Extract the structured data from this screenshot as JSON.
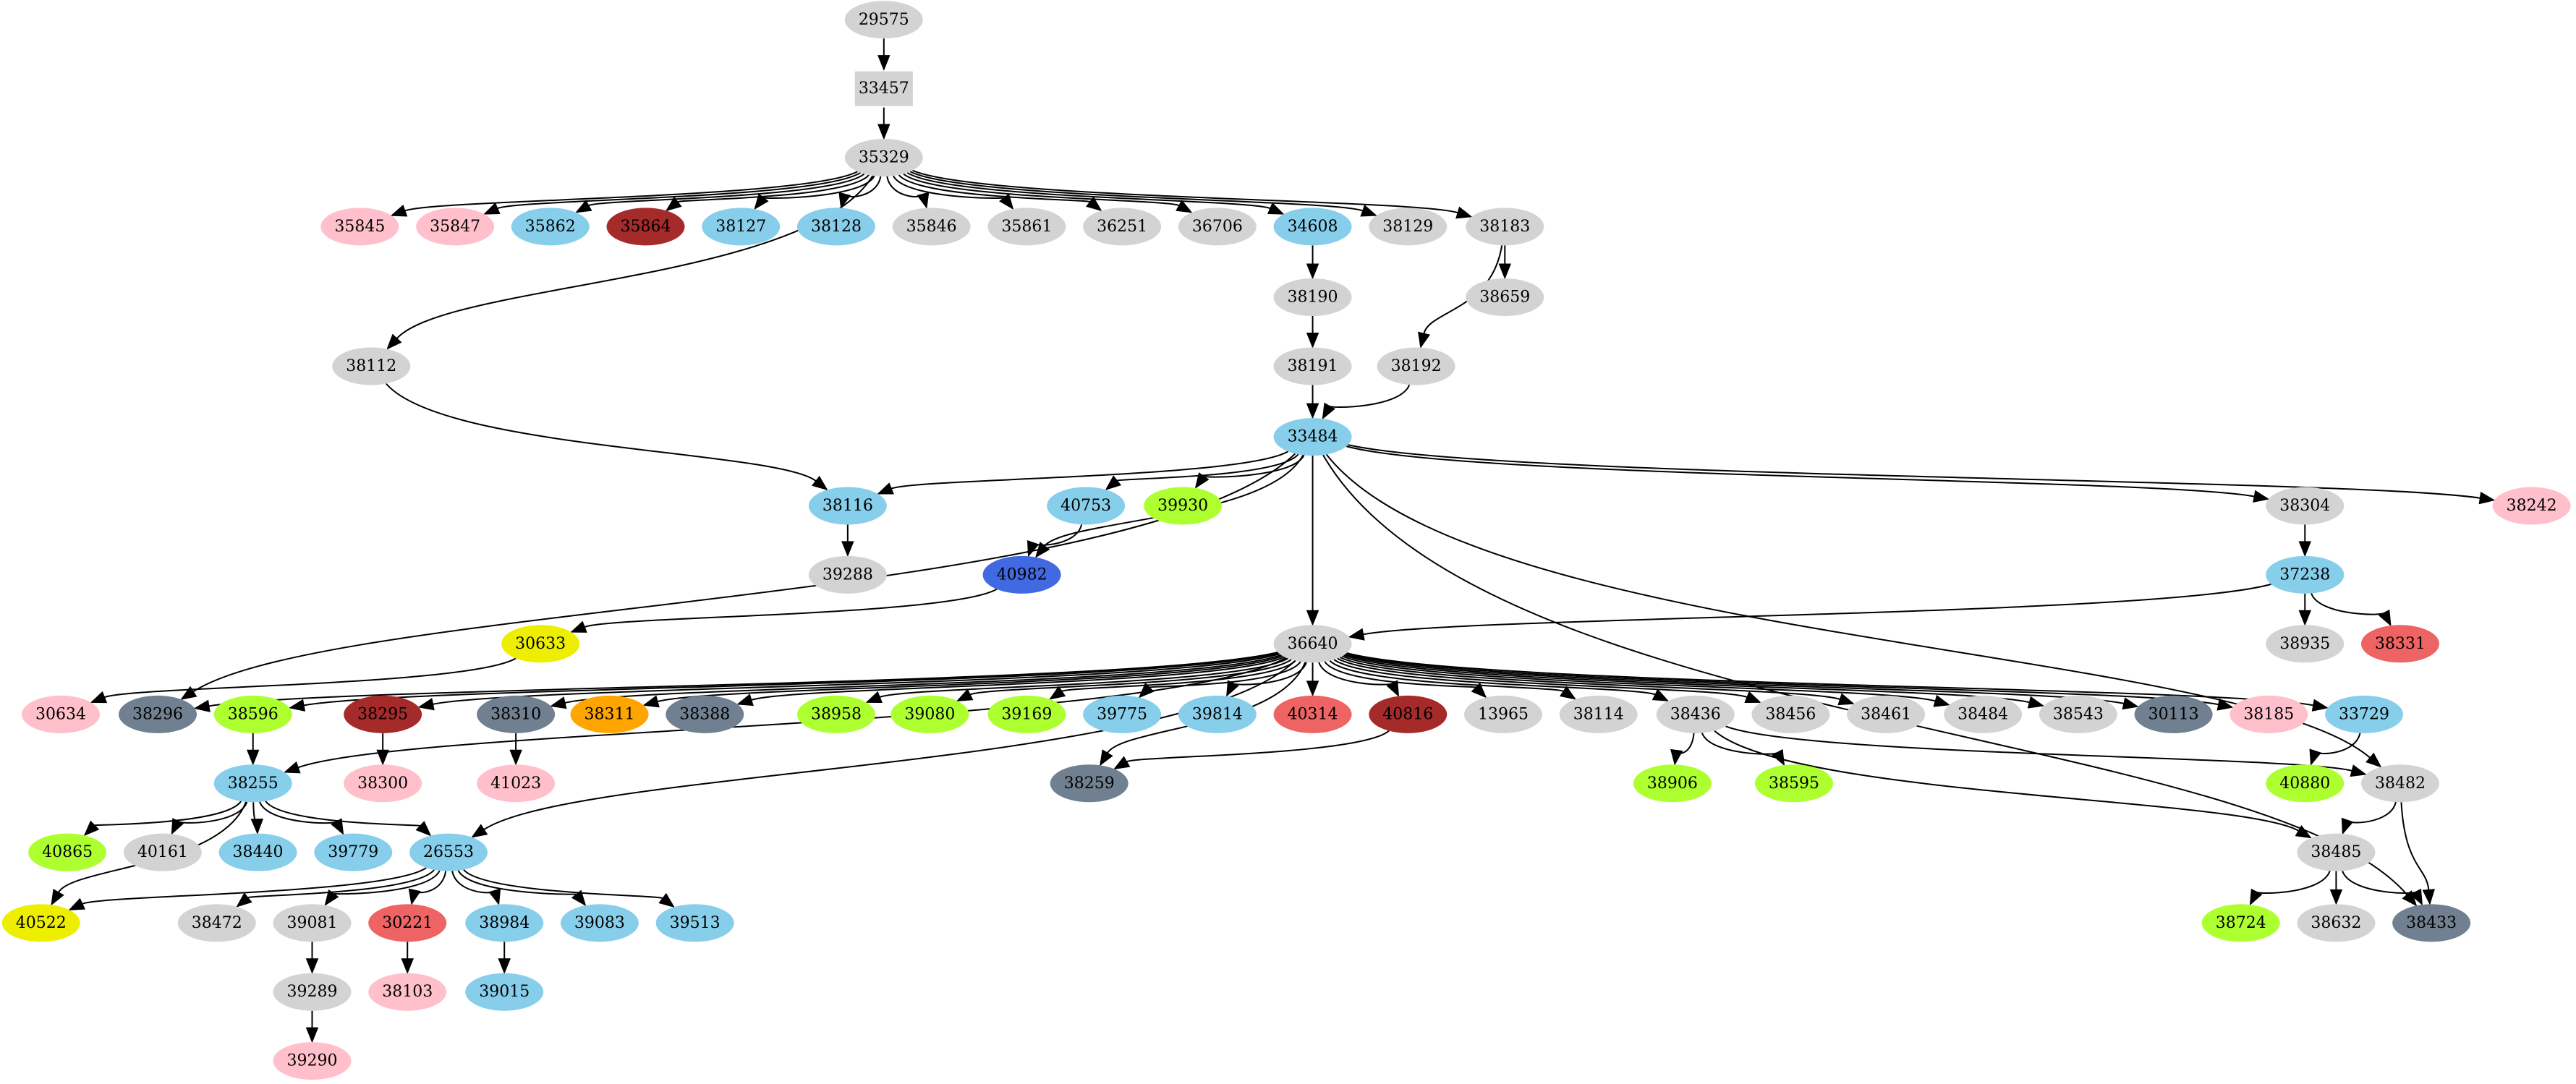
{
  "graph": {
    "type": "directed-graph",
    "palette": {
      "lightgray": "#d3d3d3",
      "skyblue": "#87ceeb",
      "pink": "#ffc0cb",
      "brown": "#a52a2a",
      "greenyellow": "#adff2f",
      "slategray": "#708090",
      "orange": "#ffa500",
      "royalblue": "#4169e1",
      "yellow": "#eeee00",
      "indianred": "#ee6363"
    },
    "nodes": [
      {
        "id": "29575",
        "color": "lightgray",
        "shape": "ellipse"
      },
      {
        "id": "33457",
        "color": "lightgray",
        "shape": "box"
      },
      {
        "id": "35329",
        "color": "lightgray",
        "shape": "ellipse"
      },
      {
        "id": "35845",
        "color": "pink",
        "shape": "ellipse"
      },
      {
        "id": "35847",
        "color": "pink",
        "shape": "ellipse"
      },
      {
        "id": "35862",
        "color": "skyblue",
        "shape": "ellipse"
      },
      {
        "id": "35864",
        "color": "brown",
        "shape": "ellipse"
      },
      {
        "id": "38127",
        "color": "skyblue",
        "shape": "ellipse"
      },
      {
        "id": "38128",
        "color": "skyblue",
        "shape": "ellipse"
      },
      {
        "id": "35846",
        "color": "lightgray",
        "shape": "ellipse"
      },
      {
        "id": "35861",
        "color": "lightgray",
        "shape": "ellipse"
      },
      {
        "id": "36251",
        "color": "lightgray",
        "shape": "ellipse"
      },
      {
        "id": "36706",
        "color": "lightgray",
        "shape": "ellipse"
      },
      {
        "id": "34608",
        "color": "skyblue",
        "shape": "ellipse"
      },
      {
        "id": "38129",
        "color": "lightgray",
        "shape": "ellipse"
      },
      {
        "id": "38183",
        "color": "lightgray",
        "shape": "ellipse"
      },
      {
        "id": "38190",
        "color": "lightgray",
        "shape": "ellipse"
      },
      {
        "id": "38659",
        "color": "lightgray",
        "shape": "ellipse"
      },
      {
        "id": "38112",
        "color": "lightgray",
        "shape": "ellipse"
      },
      {
        "id": "38191",
        "color": "lightgray",
        "shape": "ellipse"
      },
      {
        "id": "38192",
        "color": "lightgray",
        "shape": "ellipse"
      },
      {
        "id": "33484",
        "color": "skyblue",
        "shape": "ellipse"
      },
      {
        "id": "38116",
        "color": "skyblue",
        "shape": "ellipse"
      },
      {
        "id": "40753",
        "color": "skyblue",
        "shape": "ellipse"
      },
      {
        "id": "39930",
        "color": "greenyellow",
        "shape": "ellipse"
      },
      {
        "id": "38304",
        "color": "lightgray",
        "shape": "ellipse"
      },
      {
        "id": "38242",
        "color": "pink",
        "shape": "ellipse"
      },
      {
        "id": "39288",
        "color": "lightgray",
        "shape": "ellipse"
      },
      {
        "id": "40982",
        "color": "royalblue",
        "shape": "ellipse"
      },
      {
        "id": "37238",
        "color": "skyblue",
        "shape": "ellipse"
      },
      {
        "id": "30633",
        "color": "yellow",
        "shape": "ellipse"
      },
      {
        "id": "36640",
        "color": "lightgray",
        "shape": "ellipse"
      },
      {
        "id": "38935",
        "color": "lightgray",
        "shape": "ellipse"
      },
      {
        "id": "38331",
        "color": "indianred",
        "shape": "ellipse"
      },
      {
        "id": "30634",
        "color": "pink",
        "shape": "ellipse"
      },
      {
        "id": "38296",
        "color": "slategray",
        "shape": "ellipse"
      },
      {
        "id": "38596",
        "color": "greenyellow",
        "shape": "ellipse"
      },
      {
        "id": "38295",
        "color": "brown",
        "shape": "ellipse"
      },
      {
        "id": "38310",
        "color": "slategray",
        "shape": "ellipse"
      },
      {
        "id": "38311",
        "color": "orange",
        "shape": "ellipse"
      },
      {
        "id": "38388",
        "color": "slategray",
        "shape": "ellipse"
      },
      {
        "id": "38958",
        "color": "greenyellow",
        "shape": "ellipse"
      },
      {
        "id": "39080",
        "color": "greenyellow",
        "shape": "ellipse"
      },
      {
        "id": "39169",
        "color": "greenyellow",
        "shape": "ellipse"
      },
      {
        "id": "39775",
        "color": "skyblue",
        "shape": "ellipse"
      },
      {
        "id": "39814",
        "color": "skyblue",
        "shape": "ellipse"
      },
      {
        "id": "40314",
        "color": "indianred",
        "shape": "ellipse"
      },
      {
        "id": "40816",
        "color": "brown",
        "shape": "ellipse"
      },
      {
        "id": "13965",
        "color": "lightgray",
        "shape": "ellipse"
      },
      {
        "id": "38114",
        "color": "lightgray",
        "shape": "ellipse"
      },
      {
        "id": "38436",
        "color": "lightgray",
        "shape": "ellipse"
      },
      {
        "id": "38456",
        "color": "lightgray",
        "shape": "ellipse"
      },
      {
        "id": "38461",
        "color": "lightgray",
        "shape": "ellipse"
      },
      {
        "id": "38484",
        "color": "lightgray",
        "shape": "ellipse"
      },
      {
        "id": "38543",
        "color": "lightgray",
        "shape": "ellipse"
      },
      {
        "id": "30113",
        "color": "slategray",
        "shape": "ellipse"
      },
      {
        "id": "38185",
        "color": "pink",
        "shape": "ellipse"
      },
      {
        "id": "33729",
        "color": "skyblue",
        "shape": "ellipse"
      },
      {
        "id": "38255",
        "color": "skyblue",
        "shape": "ellipse"
      },
      {
        "id": "38300",
        "color": "pink",
        "shape": "ellipse"
      },
      {
        "id": "41023",
        "color": "pink",
        "shape": "ellipse"
      },
      {
        "id": "38259",
        "color": "slategray",
        "shape": "ellipse"
      },
      {
        "id": "38906",
        "color": "greenyellow",
        "shape": "ellipse"
      },
      {
        "id": "38595",
        "color": "greenyellow",
        "shape": "ellipse"
      },
      {
        "id": "40880",
        "color": "greenyellow",
        "shape": "ellipse"
      },
      {
        "id": "38482",
        "color": "lightgray",
        "shape": "ellipse"
      },
      {
        "id": "40865",
        "color": "greenyellow",
        "shape": "ellipse"
      },
      {
        "id": "40161",
        "color": "lightgray",
        "shape": "ellipse"
      },
      {
        "id": "38440",
        "color": "skyblue",
        "shape": "ellipse"
      },
      {
        "id": "39779",
        "color": "skyblue",
        "shape": "ellipse"
      },
      {
        "id": "26553",
        "color": "skyblue",
        "shape": "ellipse"
      },
      {
        "id": "38485",
        "color": "lightgray",
        "shape": "ellipse"
      },
      {
        "id": "40522",
        "color": "yellow",
        "shape": "ellipse"
      },
      {
        "id": "38472",
        "color": "lightgray",
        "shape": "ellipse"
      },
      {
        "id": "39081",
        "color": "lightgray",
        "shape": "ellipse"
      },
      {
        "id": "30221",
        "color": "indianred",
        "shape": "ellipse"
      },
      {
        "id": "38984",
        "color": "skyblue",
        "shape": "ellipse"
      },
      {
        "id": "39083",
        "color": "skyblue",
        "shape": "ellipse"
      },
      {
        "id": "39513",
        "color": "skyblue",
        "shape": "ellipse"
      },
      {
        "id": "38724",
        "color": "greenyellow",
        "shape": "ellipse"
      },
      {
        "id": "38632",
        "color": "lightgray",
        "shape": "ellipse"
      },
      {
        "id": "38433",
        "color": "slategray",
        "shape": "ellipse"
      },
      {
        "id": "39289",
        "color": "lightgray",
        "shape": "ellipse"
      },
      {
        "id": "38103",
        "color": "pink",
        "shape": "ellipse"
      },
      {
        "id": "39015",
        "color": "skyblue",
        "shape": "ellipse"
      },
      {
        "id": "39290",
        "color": "pink",
        "shape": "ellipse"
      }
    ],
    "edges": [
      [
        "29575",
        "33457"
      ],
      [
        "33457",
        "35329"
      ],
      [
        "35329",
        "35845"
      ],
      [
        "35329",
        "35847"
      ],
      [
        "35329",
        "35862"
      ],
      [
        "35329",
        "35864"
      ],
      [
        "35329",
        "38127"
      ],
      [
        "35329",
        "38128"
      ],
      [
        "35329",
        "35846"
      ],
      [
        "35329",
        "35861"
      ],
      [
        "35329",
        "36251"
      ],
      [
        "35329",
        "36706"
      ],
      [
        "35329",
        "34608"
      ],
      [
        "35329",
        "38129"
      ],
      [
        "35329",
        "38183"
      ],
      [
        "35329",
        "38112"
      ],
      [
        "34608",
        "38190"
      ],
      [
        "38190",
        "38191"
      ],
      [
        "38183",
        "38659"
      ],
      [
        "38183",
        "38192"
      ],
      [
        "38191",
        "33484"
      ],
      [
        "38192",
        "33484"
      ],
      [
        "38112",
        "38116"
      ],
      [
        "33484",
        "38116"
      ],
      [
        "33484",
        "40982"
      ],
      [
        "33484",
        "40753"
      ],
      [
        "33484",
        "39930"
      ],
      [
        "33484",
        "38296"
      ],
      [
        "33484",
        "36640"
      ],
      [
        "33484",
        "38304"
      ],
      [
        "33484",
        "38242"
      ],
      [
        "33484",
        "38433"
      ],
      [
        "33484",
        "38482"
      ],
      [
        "38116",
        "39288"
      ],
      [
        "40753",
        "40982"
      ],
      [
        "40982",
        "30633"
      ],
      [
        "30633",
        "30634"
      ],
      [
        "38304",
        "37238"
      ],
      [
        "37238",
        "36640"
      ],
      [
        "37238",
        "38935"
      ],
      [
        "37238",
        "38331"
      ],
      [
        "36640",
        "38296"
      ],
      [
        "36640",
        "38596"
      ],
      [
        "36640",
        "38255"
      ],
      [
        "36640",
        "38295"
      ],
      [
        "36640",
        "26553"
      ],
      [
        "36640",
        "38310"
      ],
      [
        "36640",
        "38311"
      ],
      [
        "36640",
        "38388"
      ],
      [
        "36640",
        "38259"
      ],
      [
        "36640",
        "38958"
      ],
      [
        "36640",
        "39080"
      ],
      [
        "36640",
        "39169"
      ],
      [
        "36640",
        "39775"
      ],
      [
        "36640",
        "39814"
      ],
      [
        "36640",
        "40314"
      ],
      [
        "36640",
        "40816"
      ],
      [
        "36640",
        "13965"
      ],
      [
        "36640",
        "38114"
      ],
      [
        "36640",
        "38436"
      ],
      [
        "36640",
        "38456"
      ],
      [
        "36640",
        "38461"
      ],
      [
        "36640",
        "38484"
      ],
      [
        "36640",
        "38543"
      ],
      [
        "36640",
        "30113"
      ],
      [
        "36640",
        "38185"
      ],
      [
        "36640",
        "33729"
      ],
      [
        "38596",
        "38255"
      ],
      [
        "38295",
        "38300"
      ],
      [
        "38310",
        "41023"
      ],
      [
        "40816",
        "38259"
      ],
      [
        "38436",
        "38906"
      ],
      [
        "38436",
        "38595"
      ],
      [
        "38436",
        "38482"
      ],
      [
        "38436",
        "38485"
      ],
      [
        "33729",
        "40880"
      ],
      [
        "38482",
        "38485"
      ],
      [
        "38482",
        "38433"
      ],
      [
        "38485",
        "38724"
      ],
      [
        "38485",
        "38632"
      ],
      [
        "38485",
        "38433"
      ],
      [
        "38255",
        "40865"
      ],
      [
        "38255",
        "40161"
      ],
      [
        "38255",
        "38440"
      ],
      [
        "38255",
        "39779"
      ],
      [
        "38255",
        "26553"
      ],
      [
        "38255",
        "40522"
      ],
      [
        "26553",
        "40522"
      ],
      [
        "26553",
        "38472"
      ],
      [
        "26553",
        "39081"
      ],
      [
        "26553",
        "30221"
      ],
      [
        "26553",
        "38984"
      ],
      [
        "26553",
        "39083"
      ],
      [
        "26553",
        "39513"
      ],
      [
        "39081",
        "39289"
      ],
      [
        "39289",
        "39290"
      ],
      [
        "30221",
        "38103"
      ],
      [
        "38984",
        "39015"
      ]
    ]
  }
}
